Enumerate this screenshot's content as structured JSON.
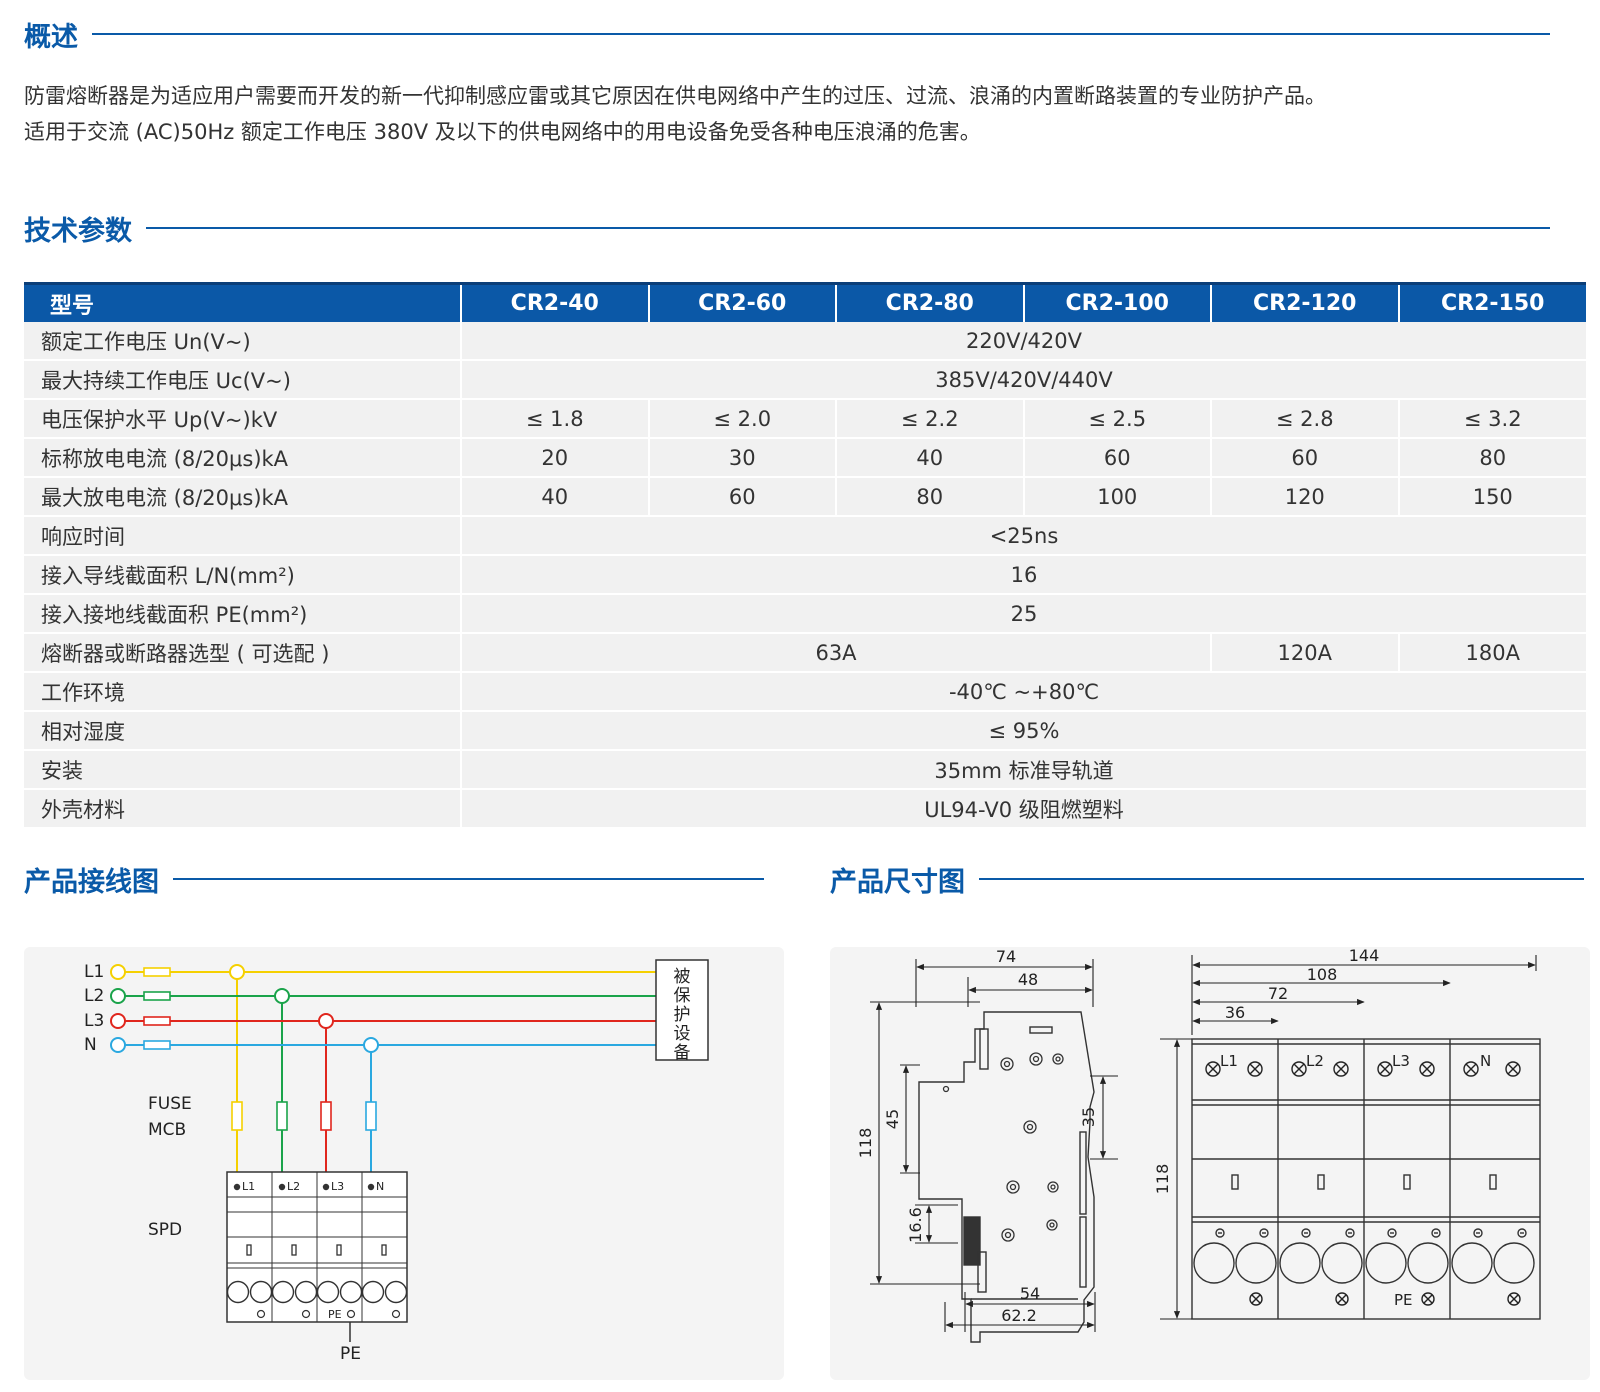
{
  "sections": {
    "overview_title": "概述",
    "spec_title": "技术参数",
    "wiring_title": "产品接线图",
    "dimension_title": "产品尺寸图"
  },
  "overview": {
    "line1": "防雷熔断器是为适应用户需要而开发的新一代抑制感应雷或其它原因在供电网络中产生的过压、过流、浪涌的内置断路装置的专业防护产品。",
    "line2": "适用于交流 (AC)50Hz 额定工作电压 380V 及以下的供电网络中的用电设备免受各种电压浪涌的危害。"
  },
  "table": {
    "header": [
      "型号",
      "CR2-40",
      "CR2-60",
      "CR2-80",
      "CR2-100",
      "CR2-120",
      "CR2-150"
    ],
    "rows": [
      {
        "label": "额定工作电压 Un(V~)",
        "cells": [
          {
            "text": "220V/420V",
            "span": 6
          }
        ]
      },
      {
        "label": "最大持续工作电压 Uc(V~)",
        "cells": [
          {
            "text": "385V/420V/440V",
            "span": 6
          }
        ]
      },
      {
        "label": "电压保护水平 Up(V~)kV",
        "cells": [
          {
            "text": "≤ 1.8"
          },
          {
            "text": "≤ 2.0"
          },
          {
            "text": "≤ 2.2"
          },
          {
            "text": "≤ 2.5"
          },
          {
            "text": "≤ 2.8"
          },
          {
            "text": "≤ 3.2"
          }
        ]
      },
      {
        "label": "标称放电电流 (8/20μs)kA",
        "cells": [
          {
            "text": "20"
          },
          {
            "text": "30"
          },
          {
            "text": "40"
          },
          {
            "text": "60"
          },
          {
            "text": "60"
          },
          {
            "text": "80"
          }
        ]
      },
      {
        "label": "最大放电电流 (8/20μs)kA",
        "cells": [
          {
            "text": "40"
          },
          {
            "text": "60"
          },
          {
            "text": "80"
          },
          {
            "text": "100"
          },
          {
            "text": "120"
          },
          {
            "text": "150"
          }
        ]
      },
      {
        "label": "响应时间",
        "cells": [
          {
            "text": "<25ns",
            "span": 6
          }
        ]
      },
      {
        "label": "接入导线截面积 L/N(mm²)",
        "cells": [
          {
            "text": "16",
            "span": 6
          }
        ]
      },
      {
        "label": "接入接地线截面积 PE(mm²)",
        "cells": [
          {
            "text": "25",
            "span": 6
          }
        ]
      },
      {
        "label": "熔断器或断路器选型 ( 可选配 )",
        "cells": [
          {
            "text": "63A",
            "span": 4
          },
          {
            "text": "120A"
          },
          {
            "text": "180A"
          }
        ]
      },
      {
        "label": "工作环境",
        "cells": [
          {
            "text": "-40℃ ~+80℃",
            "span": 6
          }
        ]
      },
      {
        "label": "相对湿度",
        "cells": [
          {
            "text": "≤ 95%",
            "span": 6
          }
        ]
      },
      {
        "label": "安装",
        "cells": [
          {
            "text": "35mm 标准导轨道",
            "span": 6
          }
        ]
      },
      {
        "label": "外壳材料",
        "cells": [
          {
            "text": "UL94-V0 级阻燃塑料",
            "span": 6
          }
        ]
      }
    ]
  },
  "wiring": {
    "lines": [
      "L1",
      "L2",
      "L3",
      "N"
    ],
    "line_colors": [
      "#f5d000",
      "#1aa34a",
      "#e0261d",
      "#2aa8e0"
    ],
    "protected_device": "被保护设备",
    "fuse": "FUSE",
    "mcb": "MCB",
    "spd": "SPD",
    "pe": "PE",
    "module_labels": [
      "L1",
      "L2",
      "L3",
      "N"
    ]
  },
  "dimensions": {
    "side": {
      "w74": "74",
      "w48": "48",
      "h118": "118",
      "h45": "45",
      "h35": "35",
      "h16_6": "16.6",
      "w54": "54",
      "w62_2": "62.2"
    },
    "front": {
      "w144": "144",
      "w108": "108",
      "w72": "72",
      "w36": "36",
      "h118": "118",
      "labels": [
        "L1",
        "L2",
        "L3",
        "N"
      ],
      "pe": "PE"
    }
  }
}
